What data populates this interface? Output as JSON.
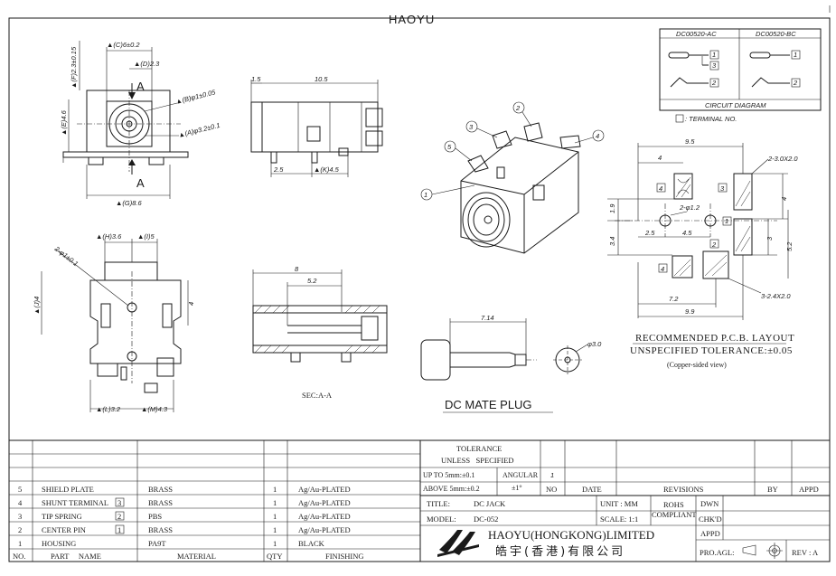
{
  "brand": "HAOYU",
  "dims": {
    "c": "▲(C)6±0.2",
    "d": "▲(D)2.3",
    "f": "▲(F)2.3±0.15",
    "e": "▲(E)4.6",
    "b": "▲(B)φ1±0.05",
    "a": "▲(A)φ3.2±0.1",
    "g": "▲(G)8.6",
    "sec_a1": "A",
    "sec_a2": "A",
    "side_15": "1.5",
    "side_105": "10.5",
    "side_25": "2.5",
    "side_k": "▲(K)4.5",
    "h": "▲(H)3.6",
    "i": "▲(I)5",
    "hole2": "2-φ1±0.1",
    "j": "▲(J)4",
    "four": "4",
    "l": "▲(L)3.2",
    "m": "▲(M)4.3",
    "sec_8": "8",
    "sec_52": "5.2",
    "sec_label": "SEC:A-A",
    "plug_len": "7.14",
    "plug_dia": "φ3.0",
    "plug_label": "DC MATE PLUG"
  },
  "circuit": {
    "col1": "DC00520-AC",
    "col2": "DC00520-BC",
    "title": "CIRCUIT DIAGRAM",
    "terminal_note": ": TERMINAL NO.",
    "t1": "1",
    "t2": "2",
    "t3": "3",
    "t1b": "1",
    "t2b": "2"
  },
  "callouts": {
    "c1": "1",
    "c2": "2",
    "c3": "3",
    "c4": "4",
    "c5": "5"
  },
  "pcb": {
    "w95": "9.5",
    "w4": "4",
    "slot1": "2-3.0X2.0",
    "h4": "4",
    "h19": "1.9",
    "hole": "2-φ1.2",
    "w25": "2.5",
    "w45": "4.5",
    "h34": "3.4",
    "h3": "3",
    "h52": "5.2",
    "w72": "7.2",
    "w99": "9.9",
    "slot2": "3-2.4X2.0",
    "p1": "1",
    "p2": "2",
    "p3": "3",
    "p4a": "4",
    "p4b": "4",
    "title": "RECOMMENDED P.C.B. LAYOUT",
    "tolerance": "UNSPECIFIED TOLERANCE:±0.05",
    "note": "(Copper-sided view)"
  },
  "bom": {
    "rows": [
      {
        "no": "5",
        "part": "SHIELD PLATE",
        "mark": "",
        "material": "BRASS",
        "qty": "1",
        "finish": "Ag/Au-PLATED"
      },
      {
        "no": "4",
        "part": "SHUNT TERMINAL",
        "mark": "3",
        "material": "BRASS",
        "qty": "1",
        "finish": "Ag/Au-PLATED"
      },
      {
        "no": "3",
        "part": "TIP SPRING",
        "mark": "2",
        "material": "PBS",
        "qty": "1",
        "finish": "Ag/Au-PLATED"
      },
      {
        "no": "2",
        "part": "CENTER PIN",
        "mark": "1",
        "material": "BRASS",
        "qty": "1",
        "finish": "Ag/Au-PLATED"
      },
      {
        "no": "1",
        "part": "HOUSING",
        "mark": "",
        "material": "PA9T",
        "qty": "1",
        "finish": "BLACK"
      }
    ],
    "headers": {
      "no": "NO.",
      "part": "PART     NAME",
      "material": "MATERIAL",
      "qty": "QTY",
      "finish": "FINISHING"
    }
  },
  "tolerance": {
    "title1": "TOLERANCE",
    "title2": "UNLESS   SPECIFIED",
    "up": "UP TO 5mm:±0.1",
    "above": "ABOVE 5mm:±0.2",
    "angular": "ANGULAR",
    "ang_val": "±1°"
  },
  "revisions": {
    "one": "1",
    "no": "NO",
    "date": "DATE",
    "rev": "REVISIONS",
    "by": "BY",
    "appd": "APPD"
  },
  "title_block": {
    "title_label": "TITLE:",
    "title": "DC JACK",
    "model_label": "MODEL:",
    "model": "DC-052",
    "unit": "UNIT : MM",
    "scale": "SCALE: 1:1",
    "rohs1": "ROHS",
    "rohs2": "COMPLIANT",
    "dwn": "DWN",
    "chkd": "CHK'D",
    "appd": "APPD",
    "company_en": "HAOYU(HONGKONG)LIMITED",
    "company_cn": "皓宇(香港)有限公司",
    "proagl": "PRO.AGL:",
    "rev": "REV : A"
  }
}
